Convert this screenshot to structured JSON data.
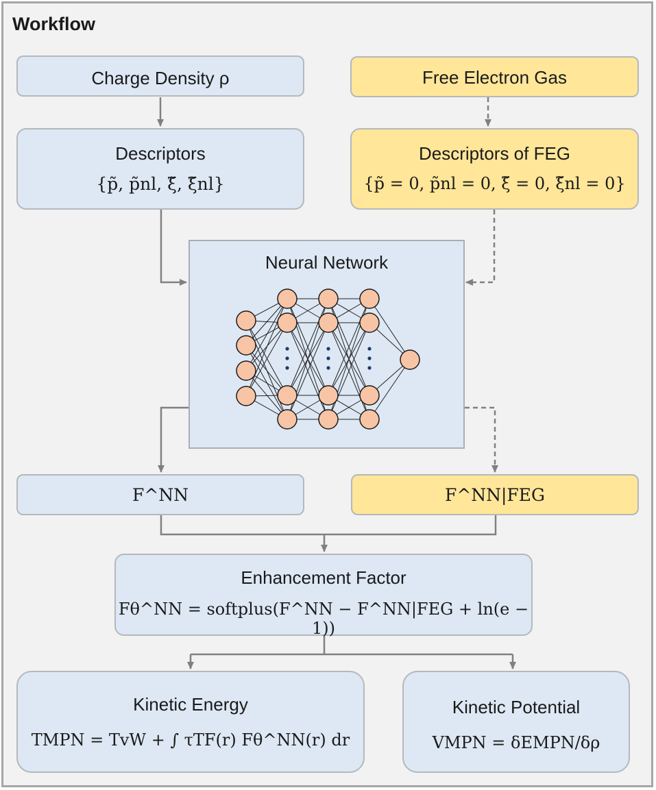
{
  "header": {
    "title": "Workflow"
  },
  "boxes": {
    "charge_density": "Charge Density ρ",
    "free_electron_gas": "Free Electron Gas",
    "descriptors": {
      "title": "Descriptors",
      "formula": "{p̃, p̃nl, ξ̃, ξ̃nl}"
    },
    "descriptors_feg": {
      "title": "Descriptors of FEG",
      "formula": "{p̃ = 0, p̃nl = 0, ξ̃ = 0, ξ̃nl = 0}"
    },
    "neural_network": {
      "title": "Neural Network"
    },
    "f_nn": "F^NN",
    "f_nn_feg": "F^NN|FEG",
    "enhancement": {
      "title": "Enhancement Factor",
      "formula": "Fθ^NN = softplus(F^NN − F^NN|FEG + ln(e − 1))"
    },
    "kinetic_energy": {
      "title": "Kinetic Energy",
      "formula": "TMPN = TvW + ∫ τTF(r) Fθ^NN(r) dr"
    },
    "kinetic_potential": {
      "title": "Kinetic Potential",
      "formula": "VMPN = δEMPN/δρ"
    }
  },
  "colors": {
    "blue_box": "#dde8f4",
    "yellow_box": "#ffe699",
    "arrow": "#808080",
    "neuron": "#f7c4a5",
    "neuron_stroke": "#1a1a1a"
  },
  "network": {
    "layer_sizes_shown": [
      4,
      4,
      4,
      4,
      1
    ],
    "ellipsis_between": "⋮"
  }
}
